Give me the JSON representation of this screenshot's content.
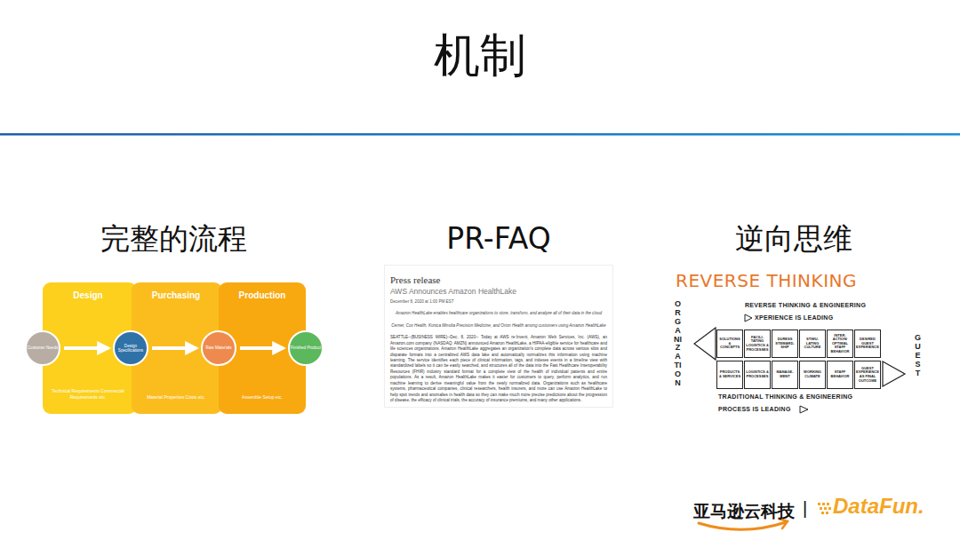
{
  "diagram": {
    "title": "机制",
    "nodes": [
      {
        "text": [
          "Design",
          "Technical Requirements Commercial Requirements etc."
        ]
      },
      {
        "text": [
          "Purchasing",
          "Material Properties Costs etc."
        ]
      },
      {
        "text": [
          "Production",
          "Assemble Setup etc."
        ]
      },
      {
        "text": [
          "Customer Needs"
        ]
      },
      {
        "text": [
          "Design Specifications"
        ]
      },
      {
        "text": [
          "Raw Materials"
        ]
      },
      {
        "text": [
          "Finished Product"
        ]
      },
      {
        "text": [
          "Press release",
          "AWS Announces Amazon HealthLake",
          "December 8, 2020 at 1:00 PM EST",
          "Amazon HealthLake enables healthcare organizations to store, transform, and analyze all of their data in the cloud",
          "Cerner, Cox Health, Konica Minolta Precision Medicine, and Orion Health among customers using Amazon HealthLake",
          "SEATTLE--(BUSINESS WIRE)--Dec. 8, 2020-- Today at AWS re:Invent, Amazon Web Services, Inc. (AWS), an Amazon.com company (NASDAQ: AMZN) announced Amazon HealthLake, a HIPAA-eligible service for healthcare and life sciences organizations. Amazon HealthLake aggregates an organization's complete data across various silos and disparate formats into a centralized AWS data lake and automatically normalizes this information using machine learning. The service identifies each piece of clinical information, tags, and indexes events in a timeline view with standardized labels so it can be easily searched, and structures all of the data into the Fast Healthcare Interoperability Resources (FHIR) industry standard format for a complete view of the health of individual patients and entire populations. As a result, Amazon HealthLake makes it easier for customers to query, perform analytics, and run machine learning to derive meaningful value from the newly normalized data. Organizations such as healthcare systems, pharmaceutical companies, clinical researchers, health insurers, and more can use Amazon HealthLake to help spot trends and anomalies in health data so they can make much more precise predictions about the progression of disease, the efficacy of clinical trials, the accuracy of insurance premiums, and many other applications."
        ]
      },
      {
        "text": [
          "SOLUTIONS & CONCEPTS"
        ]
      },
      {
        "text": [
          "FACILI- TATING LOGISTICS & PROCESSES"
        ]
      },
      {
        "text": [
          "DURESS STEWARD- SHIP"
        ]
      },
      {
        "text": [
          "STIMU- LATING CULTURE"
        ]
      },
      {
        "text": [
          "INTER- ACTION/ OPTIMAL STAFF BEHAVIOR"
        ]
      },
      {
        "text": [
          "DESIRED GUEST EXPERIENCE"
        ]
      },
      {
        "text": [
          "PRODUCTS & SERVICES"
        ]
      },
      {
        "text": [
          "LOGISTICS & PROCESSES"
        ]
      },
      {
        "text": [
          "MANAGE- MENT"
        ]
      },
      {
        "text": [
          "WORKING CLIMATE"
        ]
      },
      {
        "text": [
          "STAFF BEHAVIOR"
        ]
      },
      {
        "text": [
          "GUEST EXPERIENCE AS FINAL OUTCOME"
        ]
      }
    ],
    "edges": [
      {
        "from": 3,
        "to": 4,
        "arrow": "to"
      },
      {
        "from": 4,
        "to": 5,
        "arrow": "to"
      },
      {
        "from": 5,
        "to": 6,
        "arrow": "to"
      }
    ],
    "labels": [
      "完整的流程",
      "PR-FAQ",
      "逆向思维",
      "REVERSE THINKING",
      "ORGANIZATION",
      "REVERSE THINKING & ENGINEERING",
      "XPERIENCE IS LEADING",
      "GUEST",
      "TRADITIONAL THINKING & ENGINEERING",
      "PROCESS IS LEADING",
      "亚马逊云科技",
      "|",
      "DataFun."
    ]
  }
}
